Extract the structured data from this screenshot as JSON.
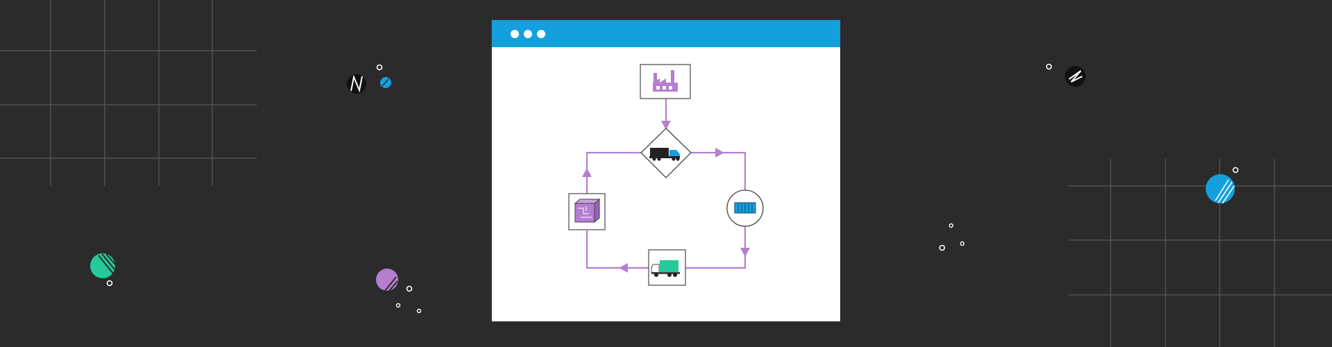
{
  "window": {
    "titlebar_color": "#14a0dd",
    "controls": [
      "dot",
      "dot",
      "dot"
    ]
  },
  "diagram": {
    "flow_color": "#b57ed1",
    "nodes": [
      {
        "id": "factory",
        "shape": "rectangle",
        "icon": "factory-icon"
      },
      {
        "id": "truck-decision",
        "shape": "diamond",
        "icon": "semi-truck-icon"
      },
      {
        "id": "container",
        "shape": "circle",
        "icon": "shipping-container-icon"
      },
      {
        "id": "delivery-truck",
        "shape": "square",
        "icon": "delivery-truck-icon"
      },
      {
        "id": "package",
        "shape": "square",
        "icon": "package-box-icon"
      }
    ],
    "edges": [
      {
        "from": "factory",
        "to": "truck-decision"
      },
      {
        "from": "truck-decision",
        "to": "container"
      },
      {
        "from": "container",
        "to": "delivery-truck"
      },
      {
        "from": "delivery-truck",
        "to": "package"
      },
      {
        "from": "package",
        "to": "truck-decision"
      }
    ]
  },
  "decorations": {
    "accent_colors": [
      "#25c99a",
      "#b57ed1",
      "#14a0dd",
      "#ffffff",
      "#111111"
    ]
  }
}
